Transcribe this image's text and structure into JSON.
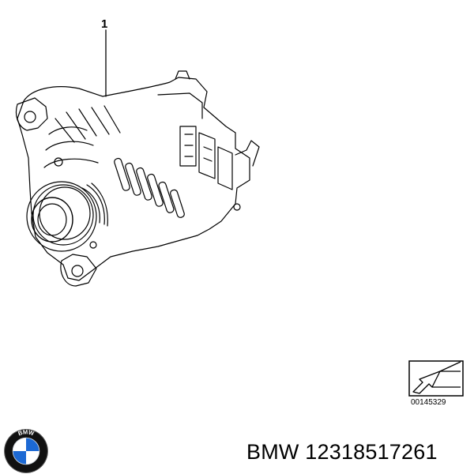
{
  "diagram": {
    "callout_number": "1",
    "reference_code": "00145329"
  },
  "caption": {
    "brand": "BMW",
    "part_number": "12318517261"
  },
  "logo": {
    "icon": "bmw-roundel-icon",
    "letters": "BMW",
    "colors": {
      "blue": "#1c69d4",
      "white": "#ffffff",
      "ring": "#111111"
    }
  },
  "orientation_icon": {
    "icon": "direction-arrow-icon"
  },
  "drawing": {
    "subject_icon": "alternator-icon",
    "line_color": "#000000",
    "background": "#ffffff"
  }
}
